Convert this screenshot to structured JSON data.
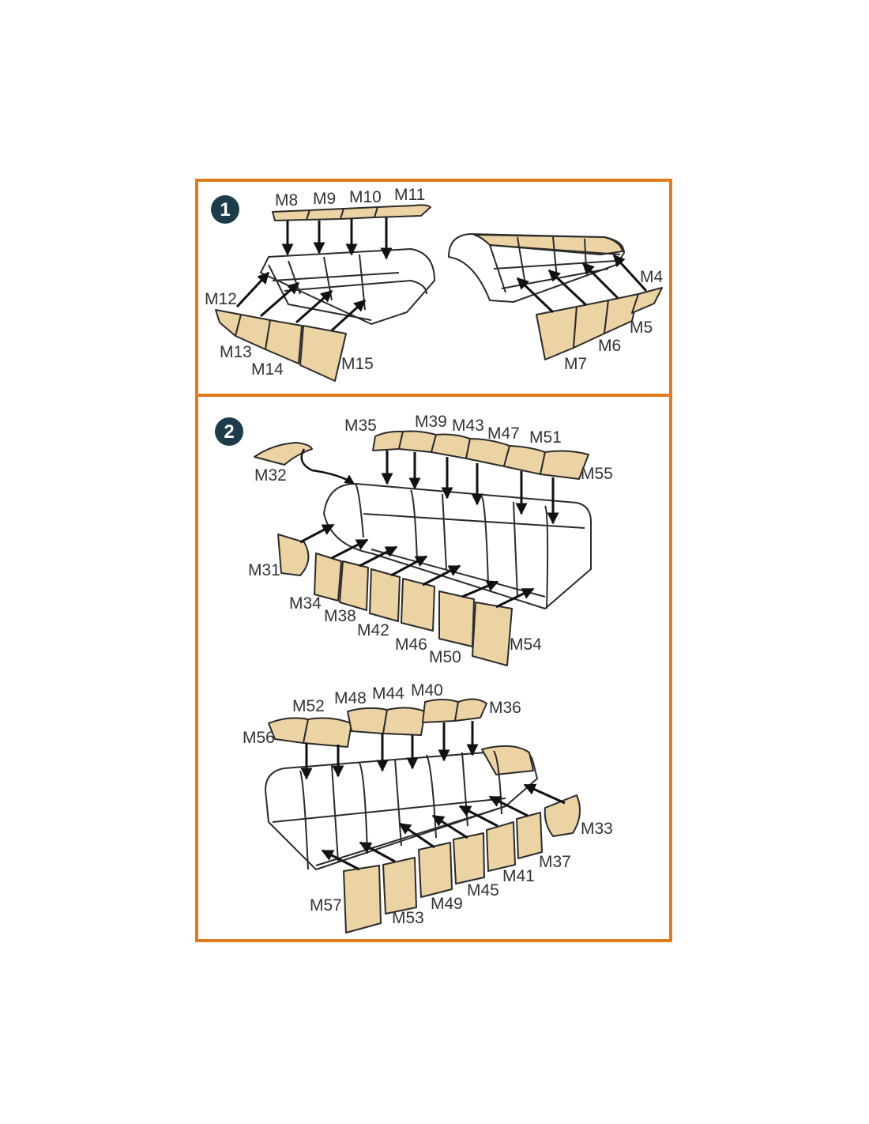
{
  "steps": [
    {
      "number": "1"
    },
    {
      "number": "2"
    }
  ],
  "labels": {
    "M4": "M4",
    "M5": "M5",
    "M6": "M6",
    "M7": "M7",
    "M8": "M8",
    "M9": "M9",
    "M10": "M10",
    "M11": "M11",
    "M12": "M12",
    "M13": "M13",
    "M14": "M14",
    "M15": "M15",
    "M31": "M31",
    "M32": "M32",
    "M33": "M33",
    "M34": "M34",
    "M35": "M35",
    "M36": "M36",
    "M37": "M37",
    "M38": "M38",
    "M39": "M39",
    "M40": "M40",
    "M41": "M41",
    "M42": "M42",
    "M43": "M43",
    "M44": "M44",
    "M45": "M45",
    "M46": "M46",
    "M47": "M47",
    "M48": "M48",
    "M49": "M49",
    "M50": "M50",
    "M51": "M51",
    "M52": "M52",
    "M53": "M53",
    "M54": "M54",
    "M55": "M55",
    "M56": "M56",
    "M57": "M57"
  },
  "colors": {
    "frame": "#e07b20",
    "mask": "#ecd3a4",
    "badge": "#1d3c4a"
  }
}
